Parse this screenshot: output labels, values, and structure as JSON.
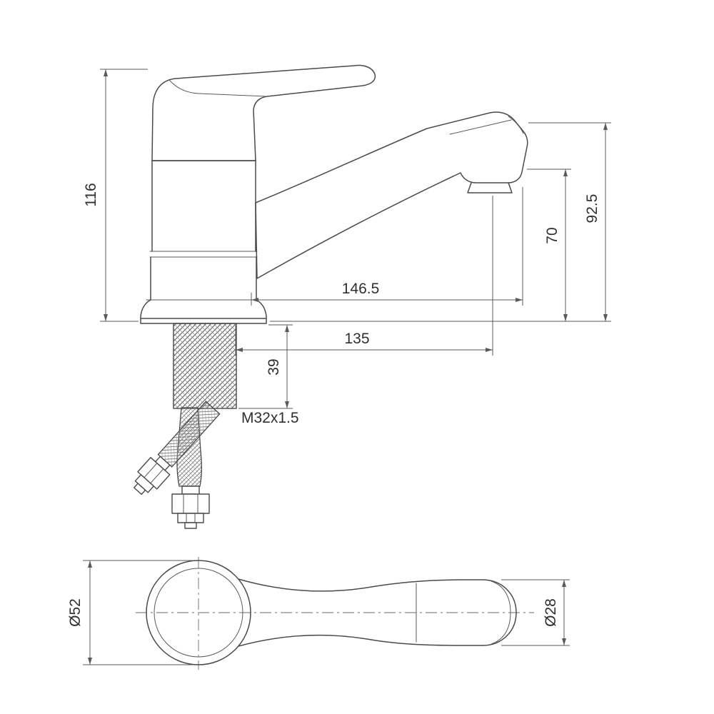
{
  "title": "Faucet technical dimension drawing",
  "colors": {
    "line": "#4a4a4a",
    "dimension": "#5a5a5a",
    "text": "#2f2f2f",
    "background": "#ffffff"
  },
  "dims": {
    "height_total": "116",
    "height_spout_top": "92.5",
    "height_outlet": "70",
    "reach_total": "146.5",
    "reach_outlet": "135",
    "shank_length": "39",
    "thread_spec": "M32x1.5",
    "handle_dia": "Ø52",
    "spout_dia": "Ø28"
  }
}
